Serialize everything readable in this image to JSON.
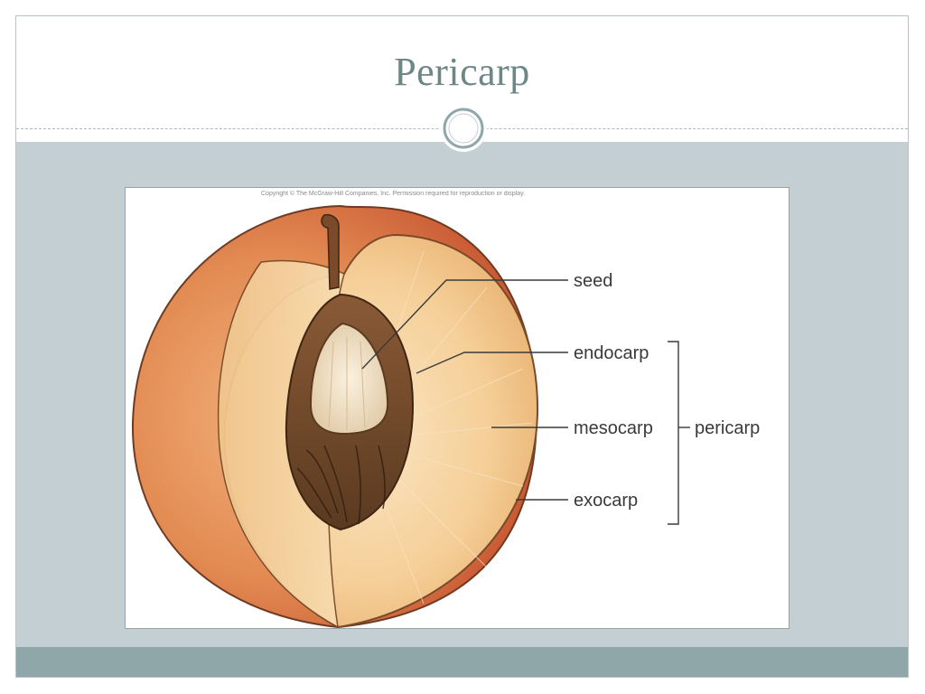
{
  "slide": {
    "title": "Pericarp",
    "colors": {
      "title": "#6d8786",
      "band": "#c4cfd3",
      "footer": "#8fa7a8",
      "ornament": "#8fa7a8"
    }
  },
  "figure": {
    "copyright": "Copyright © The McGraw-Hill Companies, Inc. Permission required for reproduction or display.",
    "labels": {
      "seed": "seed",
      "endocarp": "endocarp",
      "mesocarp": "mesocarp",
      "exocarp": "exocarp",
      "pericarp": "pericarp"
    }
  }
}
